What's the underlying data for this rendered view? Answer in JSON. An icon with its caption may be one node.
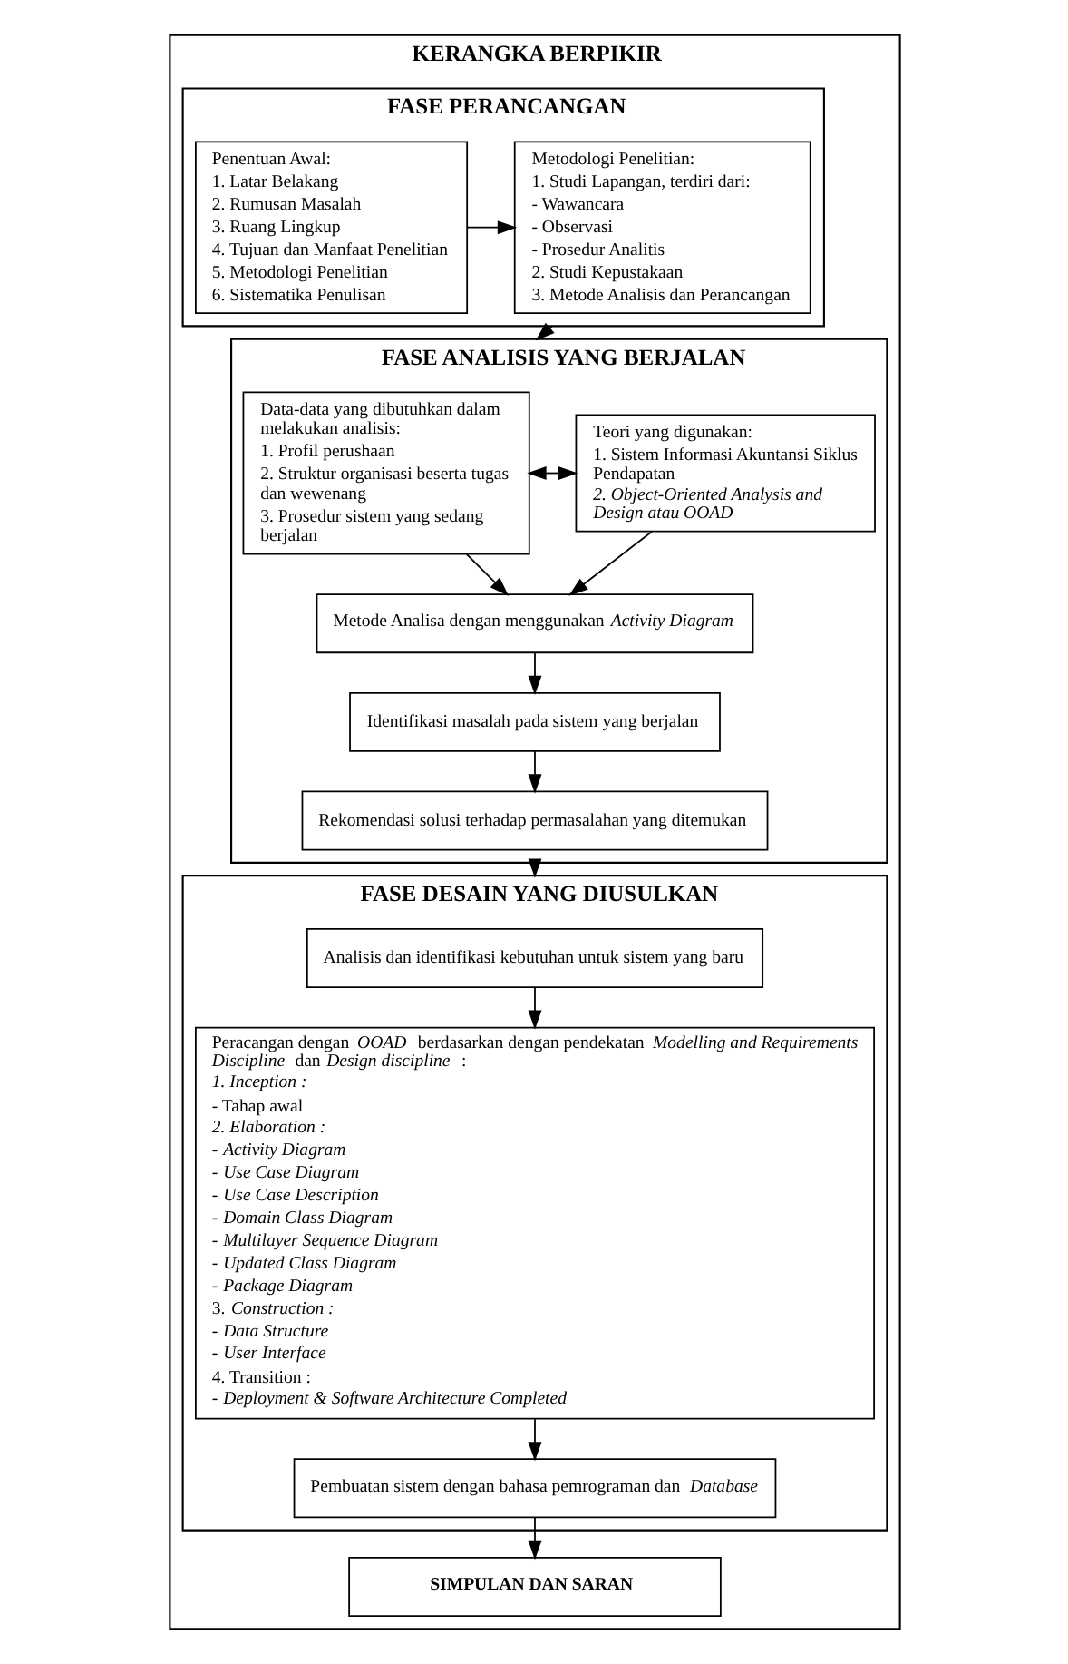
{
  "diagram": {
    "nodes": [
      {
        "text": [
          "KERANGKA BERPIKIR"
        ]
      },
      {
        "text": [
          "FASE PERANCANGAN"
        ],
        "in": 0
      },
      {
        "text": [
          "Penentuan Awal:",
          "1. Latar Belakang",
          "2. Rumusan Masalah",
          "3. Ruang Lingkup",
          "4. Tujuan dan Manfaat Penelitian",
          "5. Metodologi Penelitian",
          "6. Sistematika Penulisan"
        ],
        "in": 1
      },
      {
        "text": [
          "Metodologi Penelitian:",
          "1. Studi Lapangan, terdiri dari:",
          "- Wawancara",
          "- Observasi",
          "- Prosedur Analitis",
          "2. Studi Kepustakaan",
          "3. Metode Analisis dan Perancangan"
        ],
        "in": 1
      },
      {
        "text": [
          "FASE ANALISIS YANG BERJALAN"
        ],
        "in": 0
      },
      {
        "text": [
          "Data-data yang dibutuhkan dalam melakukan analisis:",
          "1. Profil perushaan",
          "2. Struktur organisasi beserta tugas dan wewenang",
          "3. Prosedur sistem yang sedang berjalan"
        ],
        "in": 4
      },
      {
        "text": [
          "Teori yang digunakan:",
          "1. Sistem Informasi Akuntansi Siklus Pendapatan",
          "*2. Object-Oriented Analysis and Design atau OOAD*"
        ],
        "in": 4
      },
      {
        "text": [
          "Metode Analisa dengan menggunakan *Activity Diagram*"
        ],
        "in": 4
      },
      {
        "text": [
          "Identifikasi masalah pada sistem yang berjalan"
        ],
        "in": 4
      },
      {
        "text": [
          "Rekomendasi solusi terhadap permasalahan yang ditemukan"
        ],
        "in": 4
      },
      {
        "text": [
          "FASE DESAIN YANG DIUSULKAN"
        ],
        "in": 0
      },
      {
        "text": [
          "Analisis dan identifikasi kebutuhan untuk sistem yang baru"
        ],
        "in": 10
      },
      {
        "text": [
          "Peracangan dengan *OOAD* berdasarkan dengan pendekatan *Modelling and Requirements Discipline* dan *Design discipline*:",
          "*1. Inception :*",
          "- Tahap awal",
          "*2. Elaboration :*",
          "- *Activity Diagram*",
          "- *Use Case Diagram*",
          "- *Use Case Description*",
          "- *Domain Class Diagram*",
          "- *Multilayer Sequence Diagram*",
          "- *Updated Class Diagram*",
          "- *Package Diagram*",
          "3. *Construction :*",
          "- *Data Structure*",
          "- *User Interface*",
          "4. Transition :",
          "- *Deployment & Software Architecture Completed*"
        ],
        "in": 10
      },
      {
        "text": [
          "Pembuatan sistem dengan bahasa pemrograman dan *Database*"
        ],
        "in": 10
      },
      {
        "text": [
          "SIMPULAN DAN SARAN"
        ],
        "in": 0
      }
    ],
    "edges": [
      {
        "from": 2,
        "to": 3,
        "arrow": "to"
      },
      {
        "from": 1,
        "to": 4,
        "arrow": "to"
      },
      {
        "from": 5,
        "to": 6,
        "arrow": "both"
      },
      {
        "from": 5,
        "to": 7,
        "arrow": "to"
      },
      {
        "from": 6,
        "to": 7,
        "arrow": "to"
      },
      {
        "from": 7,
        "to": 8,
        "arrow": "to"
      },
      {
        "from": 8,
        "to": 9,
        "arrow": "to"
      },
      {
        "from": 4,
        "to": 10,
        "arrow": "to"
      },
      {
        "from": 11,
        "to": 12,
        "arrow": "to"
      },
      {
        "from": 12,
        "to": 13,
        "arrow": "to"
      },
      {
        "from": 13,
        "to": 14,
        "arrow": "to"
      }
    ]
  }
}
